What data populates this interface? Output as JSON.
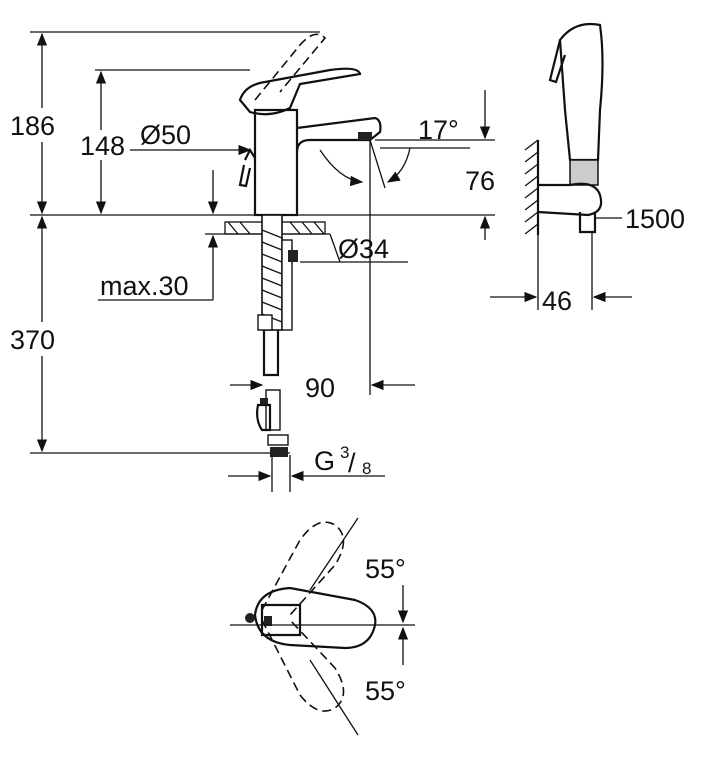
{
  "dimensions": {
    "height_total": "186",
    "height_spout": "148",
    "body_diameter": "Ø50",
    "spout_angle": "17°",
    "spout_height": "76",
    "hose_length": "1500",
    "hole_diameter": "Ø34",
    "max_thickness": "max.30",
    "supply_length": "370",
    "wall_offset": "46",
    "spout_reach": "90",
    "thread_label": "G",
    "thread_num": "3",
    "thread_den": "8",
    "rotation_top": "55°",
    "rotation_bottom": "55°"
  }
}
